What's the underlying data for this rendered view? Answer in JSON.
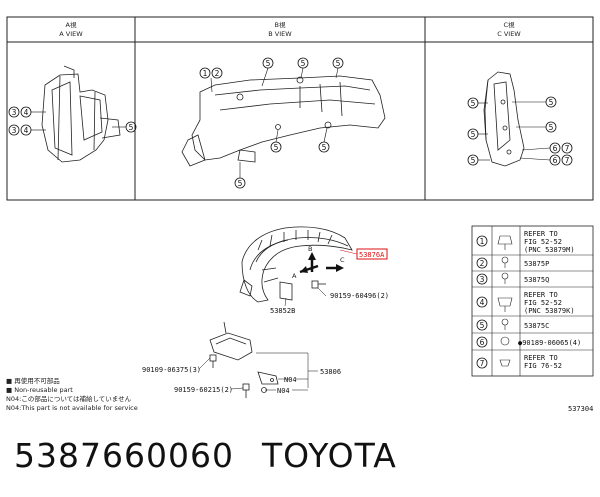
{
  "views": [
    {
      "jp": "A視",
      "en": "A VIEW"
    },
    {
      "jp": "B視",
      "en": "B VIEW"
    },
    {
      "jp": "C視",
      "en": "C VIEW"
    }
  ],
  "callouts": {
    "c1": "1",
    "c2": "2",
    "c3": "3",
    "c4": "4",
    "c5": "5",
    "c6": "6",
    "c7": "7"
  },
  "main_parts": {
    "highlighted": "53876A",
    "bolt_right": "90159-60496(2)",
    "part_left": "53852B",
    "arrow_a": "A",
    "arrow_b": "B",
    "arrow_c": "C",
    "bolt_1": "90109-06375(3)",
    "bolt_2": "90159-60215(2)",
    "part_lower": "53806",
    "n04": "N04"
  },
  "legend_table": [
    {
      "num": "1",
      "text": "REFER TO FIG 52-52 (PNC 53879M)"
    },
    {
      "num": "2",
      "text": "53875P"
    },
    {
      "num": "3",
      "text": "53875Q"
    },
    {
      "num": "4",
      "text": "REFER TO FIG 52-52 (PNC 53879K)"
    },
    {
      "num": "5",
      "text": "53875C"
    },
    {
      "num": "6",
      "text": "90189-06065(4)"
    },
    {
      "num": "7",
      "text": "REFER TO FIG 76-52"
    }
  ],
  "notes": {
    "reuse_jp": "■ 再使用不可部品",
    "reuse_en": "■ Non-reusable part",
    "n04_jp": "N04:この部品については補給していません",
    "n04_en": "N04:This part is not available for service"
  },
  "diagram_code": "537304",
  "caption": {
    "part_number": "5387660060",
    "brand": "TOYOTA"
  }
}
